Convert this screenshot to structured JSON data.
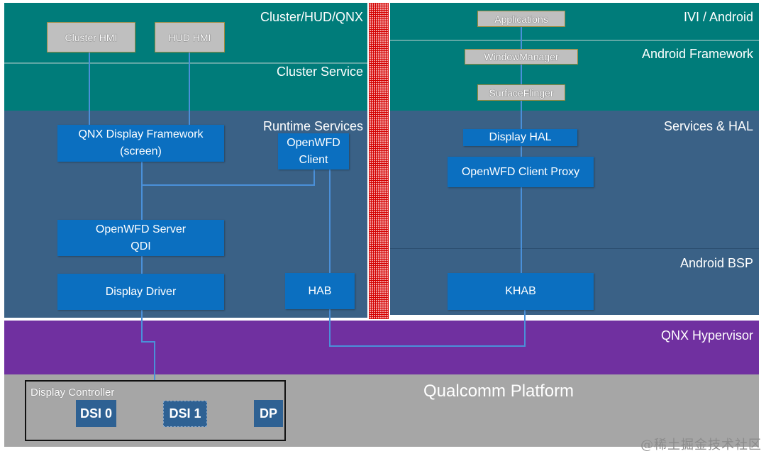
{
  "diagram": {
    "left_partition": {
      "layers": {
        "cluster_hud_qnx": "Cluster/HUD/QNX",
        "cluster_service": "Cluster Service",
        "runtime_services": "Runtime Services"
      },
      "boxes": {
        "cluster_hmi": "Cluster HMI",
        "hud_hmi": "HUD HMI",
        "qnx_display_framework_line1": "QNX Display Framework",
        "qnx_display_framework_line2": "(screen)",
        "openwfd_client_line1": "OpenWFD",
        "openwfd_client_line2": "Client",
        "openwfd_server_line1": "OpenWFD Server",
        "openwfd_server_line2": "QDI",
        "display_driver": "Display Driver",
        "hab": "HAB"
      }
    },
    "right_partition": {
      "layers": {
        "ivi_android": "IVI / Android",
        "android_framework": "Android Framework",
        "services_hal": "Services & HAL",
        "android_bsp": "Android BSP"
      },
      "boxes": {
        "applications": "Applications",
        "window_manager": "WindowManager",
        "surface_flinger": "SurfaceFlinger",
        "display_hal": "Display HAL",
        "openwfd_client_proxy": "OpenWFD Client Proxy",
        "khab": "KHAB"
      }
    },
    "hypervisor": {
      "label": "QNX Hypervisor"
    },
    "platform": {
      "label": "Qualcomm Platform",
      "display_controller": {
        "label": "Display Controller",
        "ports": [
          "DSI 0",
          "DSI 1",
          "DP"
        ]
      }
    },
    "colors": {
      "teal_layer": "#007C7A",
      "slate_layer": "#3A6186",
      "hypervisor": "#7030A0",
      "platform": "#A6A6A6",
      "component_box": "#0B6FC0",
      "app_box": "#BFBFBF",
      "connector": "#4A90D9",
      "partition_divider": "#D40000"
    }
  },
  "watermark": "@稀土掘金技术社区"
}
